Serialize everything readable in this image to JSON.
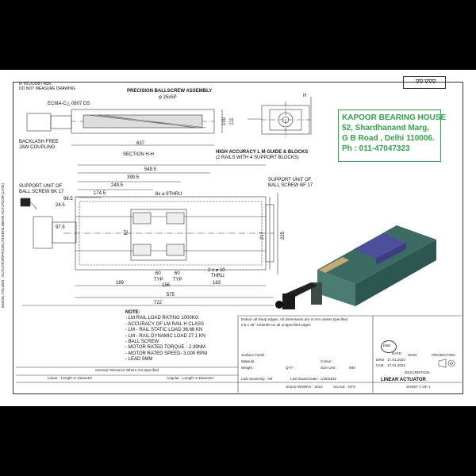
{
  "drawing": {
    "top_left_notes": [
      "IF IN DOUBT ASK.",
      "DO NOT MEASURE DRAWING"
    ],
    "assembly_label": "PRECISION BALLSCREW ASSEMBLY",
    "ballscrew_dia": "φ 25x5P",
    "coupling_label": "ECMA-C△ 0807 DS",
    "backlash_label_1": "BACKLASH FREE",
    "backlash_label_2": "JAW COUPLING",
    "section_label": "SECTION H-H",
    "dim_637": "637",
    "dim_100": "100",
    "dim_111": "111",
    "dim_H": "H",
    "guide_label_1": "HIGH ACCURACY L M GUIDE & BLOCKS",
    "guide_label_2": "(2 RAILS WITH 4 SUPPORT BLOCKS)",
    "support_bk_1": "SUPPORT UNIT OF",
    "support_bk_2": "BALL SCREW BK 17",
    "support_bf_1": "SUPPORT UNIT OF",
    "support_bf_2": "BALL SCREW BF 17",
    "dims_top": [
      "549.5",
      "399.5",
      "249.5",
      "174.5",
      "99.5",
      "24.5"
    ],
    "hole_note": "8x ⌀ 9THRU",
    "dim_62": "62",
    "dim_97_5": "97.5",
    "dim_217": "217",
    "dim_225": "225",
    "holes_note_1": "2 x ⌀ 10",
    "holes_note_2": "THRU",
    "typ_1": "TYP",
    "typ_2": "TYP",
    "dims_bottom": [
      "60",
      "60",
      "189",
      "156",
      "183",
      "575",
      "722"
    ]
  },
  "promo": {
    "line1": "KAPOOR BEARING HOUSE",
    "line2": "52, Shardhanand Marg,",
    "line3": "G B Road , Delhi 110006.",
    "line4": "Ph : 011-47047323"
  },
  "notes": {
    "heading": "NOTE:",
    "items": [
      "- LM RAIL LOAD RATING 1000KG",
      "- ACCURACY OF LM RAIL H CLASS",
      "- LM - RAIL STATIC LOAD 36.68 KN",
      "- LM - RAIL DYNAMIC LOAD 27.1 KN",
      "- BALL SCREW",
      "- MOTOR RATED TORQUE - 2.39NM",
      "- MOTOR RATED SPEED- 3,000 RPM",
      "- LEAD 5MM"
    ]
  },
  "title_block": {
    "deburr": "Deburr all sharp edges. All dimensions are in mm unless specified",
    "chamfer": "0.5 x 45° Chamfer on all unspecified edges",
    "tolerance": "General Tolerance Where not Specified",
    "linear": "Linear - Length or Diameter",
    "angular": "Angular - Length or Diameter",
    "last_saved_label": "Last Saved By : AR",
    "last_saved_date": "Last Saved Date : 1/25/2022",
    "solid_works": "SOLID WORKS - 2014",
    "scale": "SCALE : NTS",
    "sheet": "SHEET 1 OF 1",
    "logo": "KBH",
    "title": "LINEAR ACTUATOR",
    "description": "DESCRIPTION",
    "drn": "DRN",
    "chk": "CHK",
    "drn_date": "17.01.2022",
    "chk_date": "17.01.2022",
    "sign": "SIGN",
    "projection": "PROJECTION",
    "date_col": "DATE",
    "surface_finish": "Surface Finish :",
    "material": "Material :",
    "colour": "Colour :",
    "weight": "Weight :",
    "qty": "QTY :",
    "size_unit": "Size Unit :",
    "size_unit_val": "MM"
  },
  "side_note": "MODEL FOLDER : ACTUATOR\\PROJECTS\\KBH\\LINEAR ACTUATOR (LAS5)",
  "top_right_symbols": "∇∇ ∇∇∇"
}
